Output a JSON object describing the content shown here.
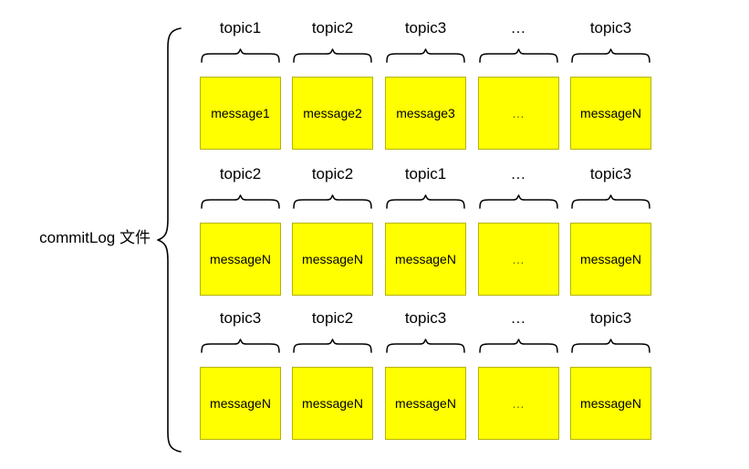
{
  "diagram": {
    "title_label": "commitLog 文件",
    "box_color": "#ffff00",
    "box_border_color": "#b3b300",
    "stroke_color": "#000000",
    "ellipsis": "…",
    "rows": [
      {
        "cells": [
          {
            "topic": "topic1",
            "message": "message1"
          },
          {
            "topic": "topic2",
            "message": "message2"
          },
          {
            "topic": "topic3",
            "message": "message3"
          },
          {
            "topic": "…",
            "message": "…"
          },
          {
            "topic": "topic3",
            "message": "messageN"
          }
        ]
      },
      {
        "cells": [
          {
            "topic": "topic2",
            "message": "messageN"
          },
          {
            "topic": "topic2",
            "message": "messageN"
          },
          {
            "topic": "topic1",
            "message": "messageN"
          },
          {
            "topic": "…",
            "message": "…"
          },
          {
            "topic": "topic3",
            "message": "messageN"
          }
        ]
      },
      {
        "cells": [
          {
            "topic": "topic3",
            "message": "messageN"
          },
          {
            "topic": "topic2",
            "message": "messageN"
          },
          {
            "topic": "topic3",
            "message": "messageN"
          },
          {
            "topic": "…",
            "message": "…"
          },
          {
            "topic": "topic3",
            "message": "messageN"
          }
        ]
      }
    ]
  }
}
